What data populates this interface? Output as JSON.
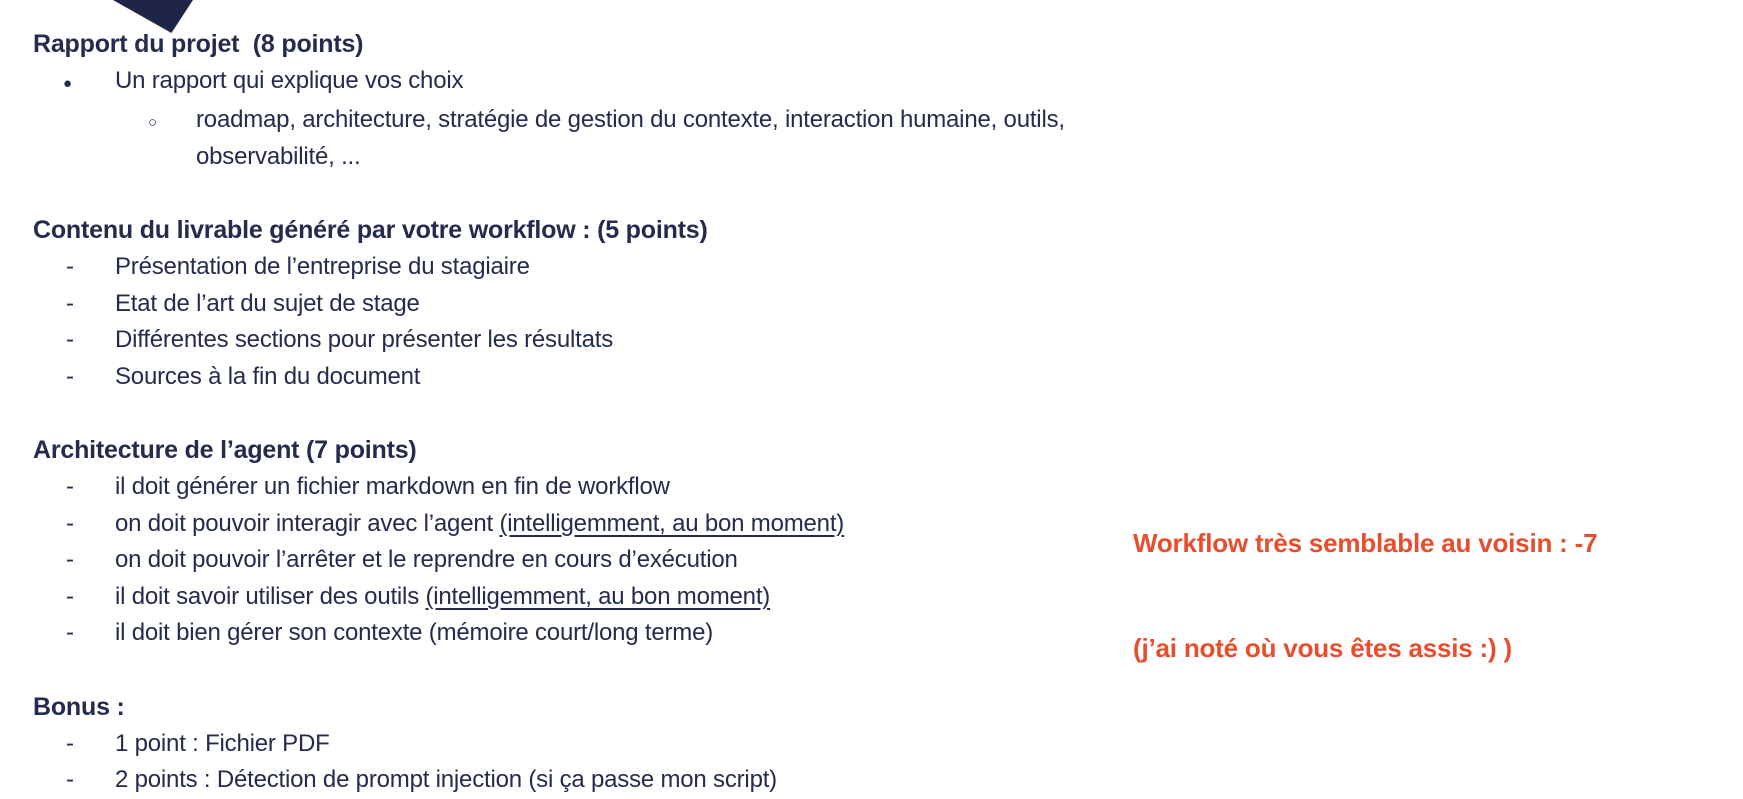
{
  "page": {
    "background_color": "#ffffff",
    "text_color": "#242B4E",
    "accent_color": "#E84E2E",
    "triangle_color": "#1E2547"
  },
  "sections": [
    {
      "heading": "Rapport du projet  (8 points)",
      "items": [
        {
          "marker": "●",
          "text": "Un rapport qui explique vos choix"
        },
        {
          "marker": "○",
          "text": "roadmap, architecture, stratégie de gestion du contexte, interaction humaine, outils, observabilité, ..."
        }
      ]
    },
    {
      "heading": "Contenu du livrable généré par votre workflow : (5 points)",
      "items": [
        {
          "marker": "-",
          "text": "Présentation de l’entreprise du stagiaire"
        },
        {
          "marker": "-",
          "text": "Etat de l’art du sujet de stage"
        },
        {
          "marker": "-",
          "text": "Différentes sections pour présenter les résultats"
        },
        {
          "marker": "-",
          "text": "Sources à la fin du document"
        }
      ]
    },
    {
      "heading": "Architecture de l’agent (7 points)",
      "items": [
        {
          "marker": "-",
          "text": "il doit générer un fichier markdown en fin de workflow"
        },
        {
          "marker": "-",
          "text": "on doit pouvoir interagir avec l’agent ",
          "underlined": "(intelligemment, au bon moment)"
        },
        {
          "marker": "-",
          "text": "on doit pouvoir l’arrêter et le reprendre en cours d’exécution"
        },
        {
          "marker": "-",
          "text": "il doit savoir utiliser des outils ",
          "underlined": "(intelligemment, au bon moment)"
        },
        {
          "marker": "-",
          "text": "il doit bien gérer son contexte (mémoire court/long terme)"
        }
      ]
    },
    {
      "heading": "Bonus :",
      "items": [
        {
          "marker": "-",
          "text": "1 point : Fichier PDF"
        },
        {
          "marker": "-",
          "text": "2 points : Détection de prompt injection (si ça passe mon script)"
        }
      ]
    }
  ],
  "annotation": {
    "line1": "Workflow très semblable au voisin : -7",
    "line2": "(j’ai noté où vous êtes assis :) )"
  }
}
